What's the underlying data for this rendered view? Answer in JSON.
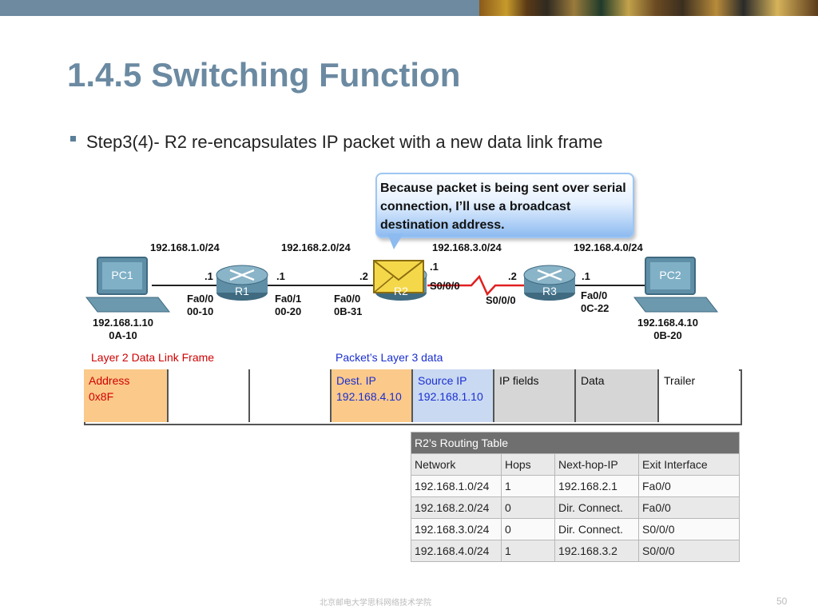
{
  "slide": {
    "title": "1.4.5 Switching Function",
    "bullet": "Step3(4)- R2 re-encapsulates IP packet with a new data link frame",
    "callout": "Because packet is being sent over serial connection, I’ll use a broadcast destination address.",
    "footer": "北京邮电大学思科网络技术学院",
    "page_number": "50"
  },
  "topology": {
    "networks": [
      "192.168.1.0/24",
      "192.168.2.0/24",
      "192.168.3.0/24",
      "192.168.4.0/24"
    ],
    "pc1": {
      "name": "PC1",
      "ip": "192.168.1.10",
      "mac": "0A-10"
    },
    "pc2": {
      "name": "PC2",
      "ip": "192.168.4.10",
      "mac": "0B-20"
    },
    "r1": {
      "name": "R1",
      "left_host": ".1",
      "right_host": ".1",
      "left_if": "Fa0/0",
      "left_mac": "00-10",
      "right_if": "Fa0/1",
      "right_mac": "00-20"
    },
    "r2": {
      "name": "R2",
      "left_host": ".2",
      "right_host": ".1",
      "left_if": "Fa0/0",
      "left_mac": "0B-31",
      "right_if": "S0/0/0"
    },
    "r3": {
      "name": "R3",
      "left_host": ".2",
      "right_host": ".1",
      "left_if": "S0/0/0",
      "right_if": "Fa0/0",
      "right_mac": "0C-22"
    },
    "colors": {
      "serial_link": "#e02020",
      "ethernet_link": "#222222",
      "device": "#5f8fa6"
    }
  },
  "frame": {
    "layer2_label": "Layer 2 Data Link Frame",
    "layer3_label": "Packet’s Layer 3 data",
    "address_label": "Address",
    "address_value": "0x8F",
    "dest_ip_label": "Dest. IP",
    "dest_ip_value": "192.168.4.10",
    "source_ip_label": "Source IP",
    "source_ip_value": "192.168.1.10",
    "ip_fields": "IP fields",
    "data": "Data",
    "trailer": "Trailer",
    "colors": {
      "address_fill": "#fbc98a",
      "ip_fill": "#c9d9f2",
      "gray_fill": "#d6d6d6"
    }
  },
  "routing_table": {
    "title": "R2’s Routing Table",
    "headers": [
      "Network",
      "Hops",
      "Next-hop-IP",
      "Exit Interface"
    ],
    "rows": [
      [
        "192.168.1.0/24",
        "1",
        "192.168.2.1",
        "Fa0/0"
      ],
      [
        "192.168.2.0/24",
        "0",
        "Dir. Connect.",
        "Fa0/0"
      ],
      [
        "192.168.3.0/24",
        "0",
        "Dir. Connect.",
        "S0/0/0"
      ],
      [
        "192.168.4.0/24",
        "1",
        "192.168.3.2",
        "S0/0/0"
      ]
    ]
  }
}
